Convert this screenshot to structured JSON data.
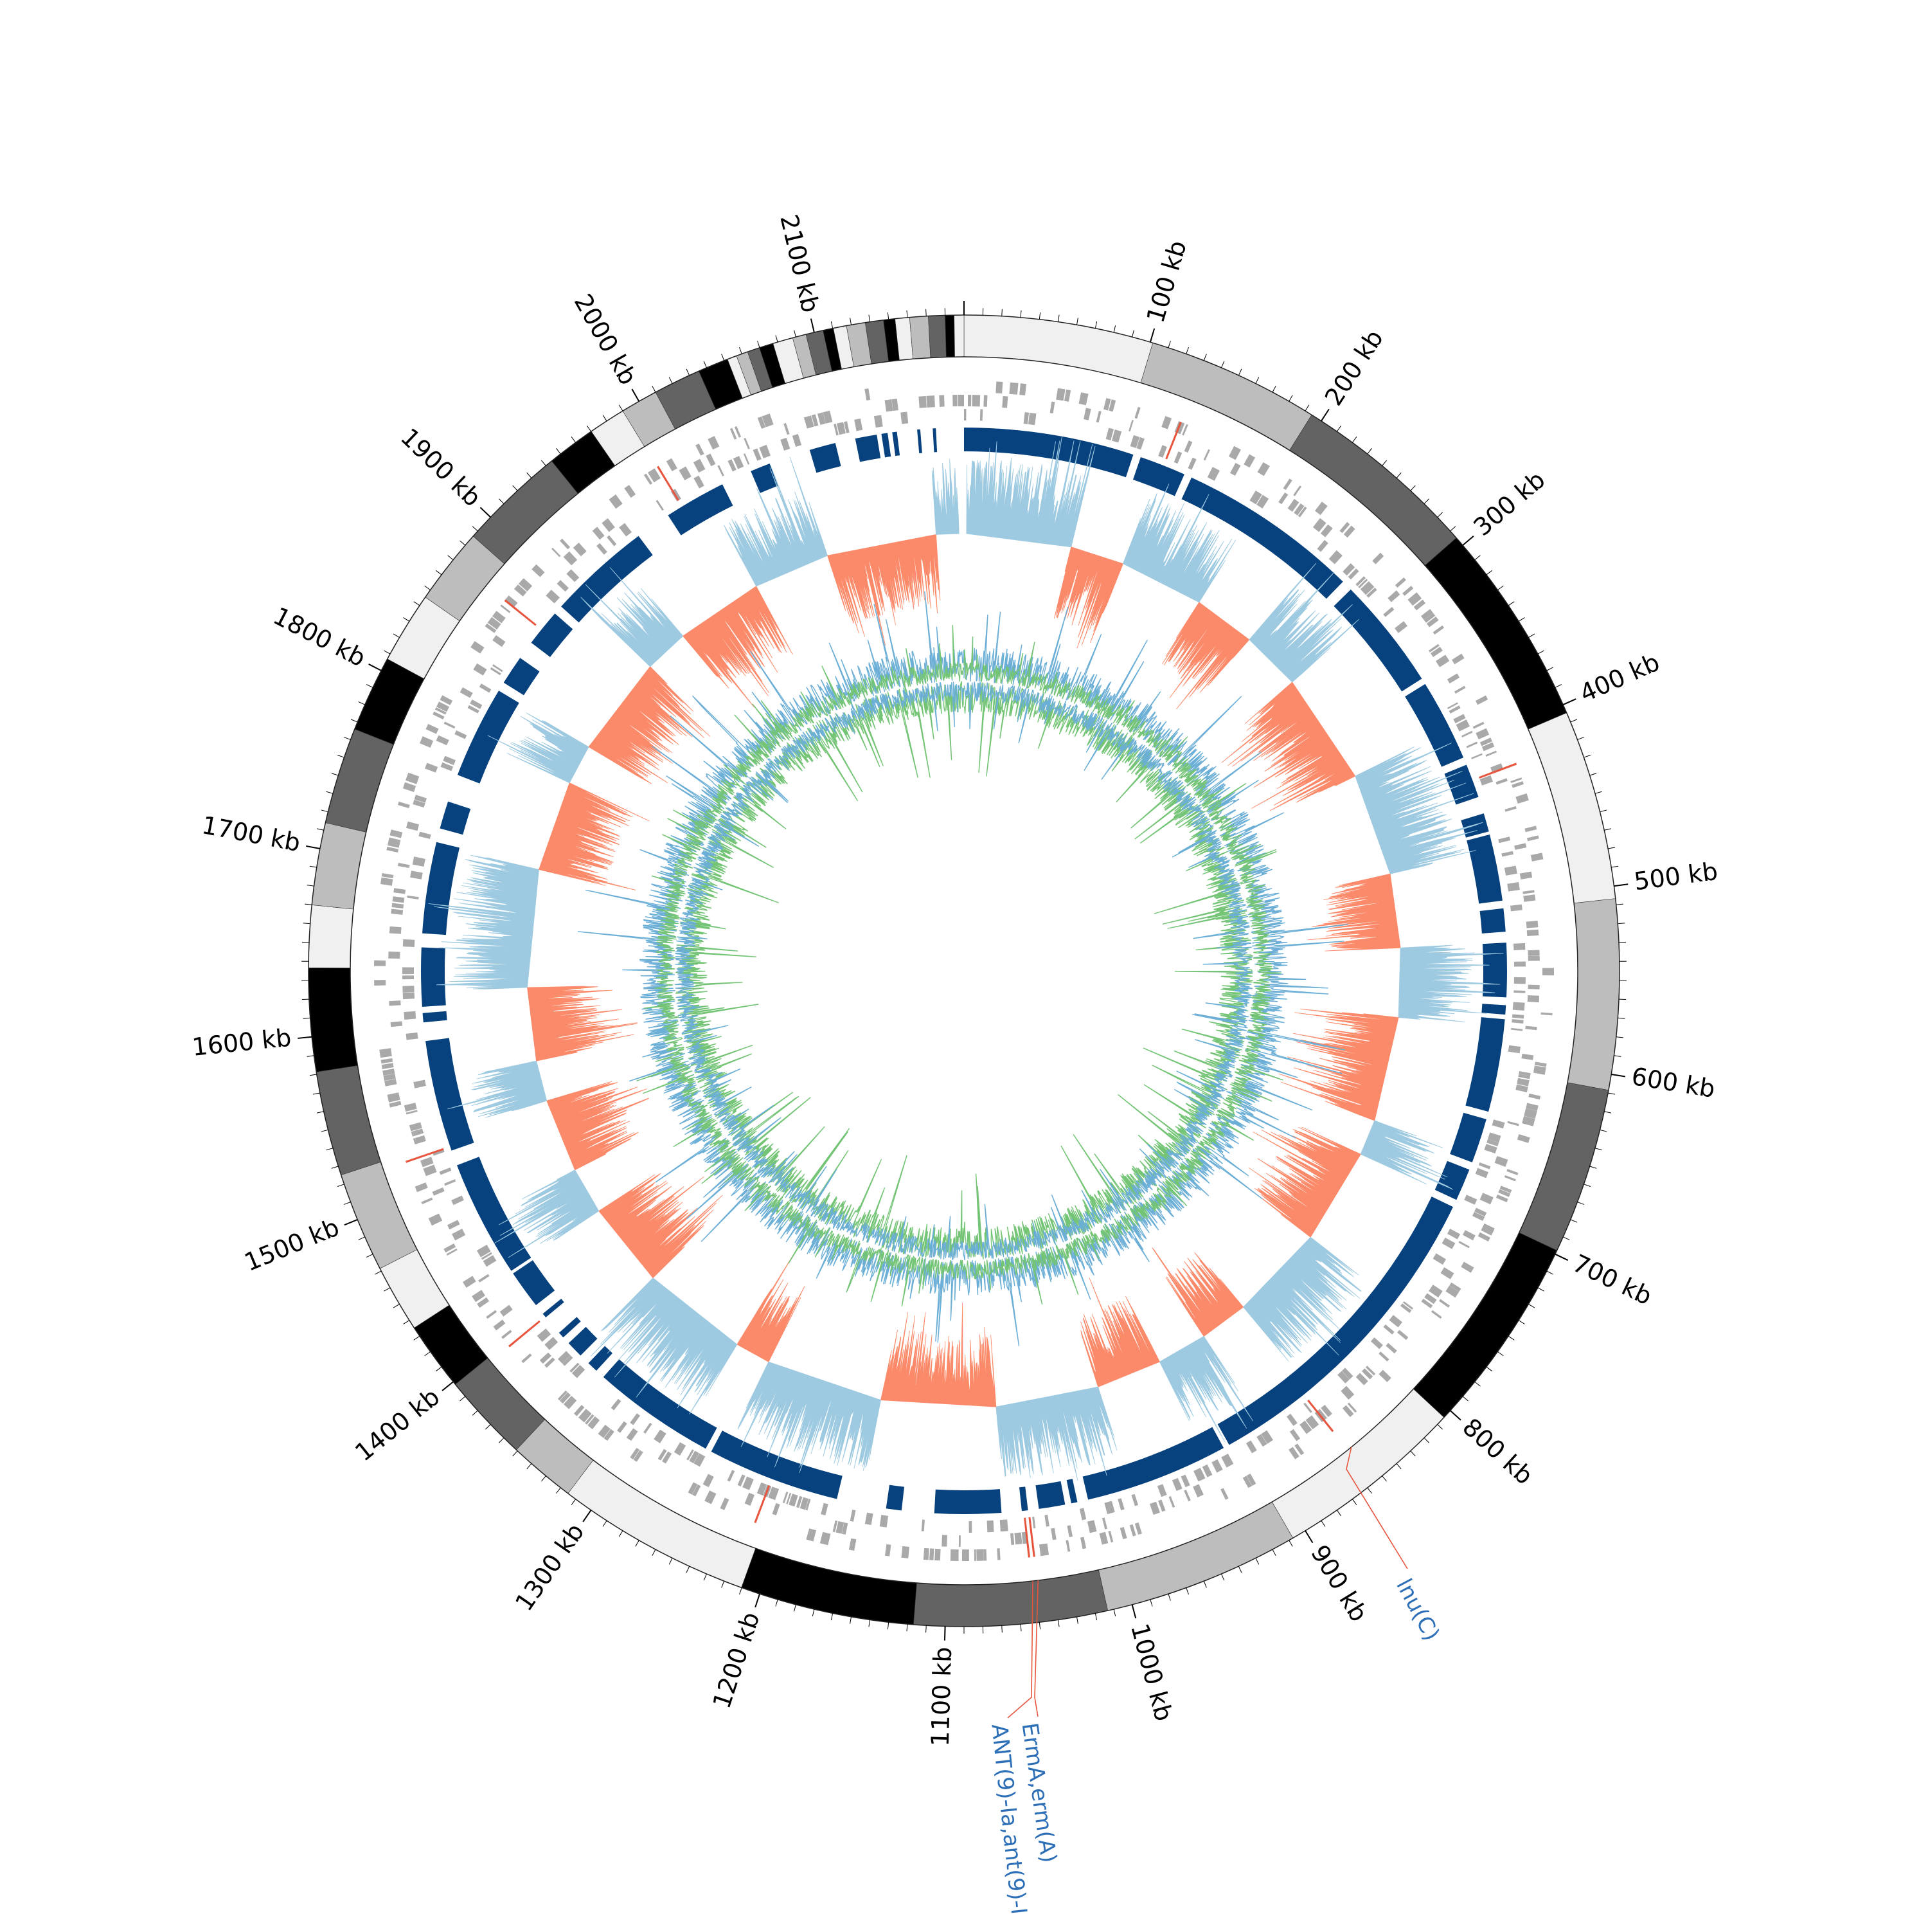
{
  "genome": {
    "length_kb": 2180,
    "tick_labels": [
      "100 kb",
      "200 kb",
      "300 kb",
      "400 kb",
      "500 kb",
      "600 kb",
      "700 kb",
      "800 kb",
      "900 kb",
      "1000 kb",
      "1100 kb",
      "1200 kb",
      "1300 kb",
      "1400 kb",
      "1500 kb",
      "1600 kb",
      "1700 kb",
      "1800 kb",
      "1900 kb",
      "2000 kb",
      "2100 kb"
    ],
    "tick_values_kb": [
      100,
      200,
      300,
      400,
      500,
      600,
      700,
      800,
      900,
      1000,
      1100,
      1200,
      1300,
      1400,
      1500,
      1600,
      1700,
      1800,
      1900,
      2000,
      2100
    ]
  },
  "annotations": [
    {
      "label": "lnu(C)",
      "position_kb": 853
    },
    {
      "label": "ErmA,erm(A)",
      "position_kb": 1048
    },
    {
      "label": "ANT(9)-Ia,ant(9)-I",
      "position_kb": 1051
    }
  ],
  "colors": {
    "contig_shades": [
      "#f0f0f0",
      "#bdbdbd",
      "#636363",
      "#000000"
    ],
    "gene_feature": "#a9a9a9",
    "resistance_feature": "#e8553e",
    "blast_hit": "#08427e",
    "gc_positive": "#9ecae1",
    "gc_negative": "#fb8a6a",
    "skew_positive": "#6baed6",
    "skew_negative": "#74c476",
    "label_text": "#2d6fb7",
    "leader_line": "#e8553e"
  }
}
